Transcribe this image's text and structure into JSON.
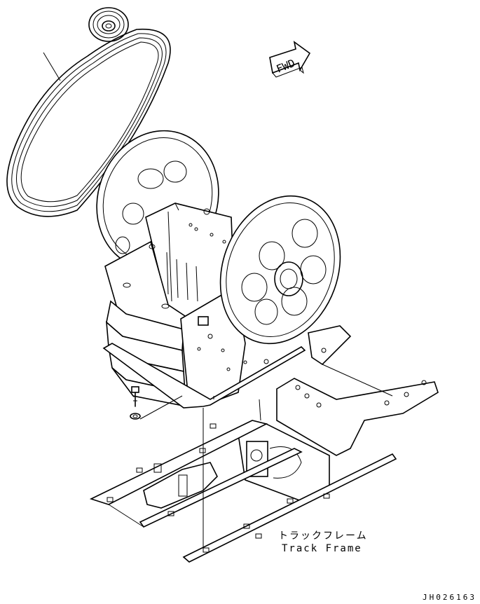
{
  "fwd_arrow": {
    "label": "FWD"
  },
  "track_frame_label": {
    "japanese": "トラックフレーム",
    "english": "Track Frame"
  },
  "drawing_code": "JH026163",
  "icons": [
    "fwd-arrow-icon",
    "v-belt",
    "motor-pulley",
    "jaw-crusher",
    "flywheel",
    "mounting-bolt",
    "washer",
    "track-frame"
  ]
}
